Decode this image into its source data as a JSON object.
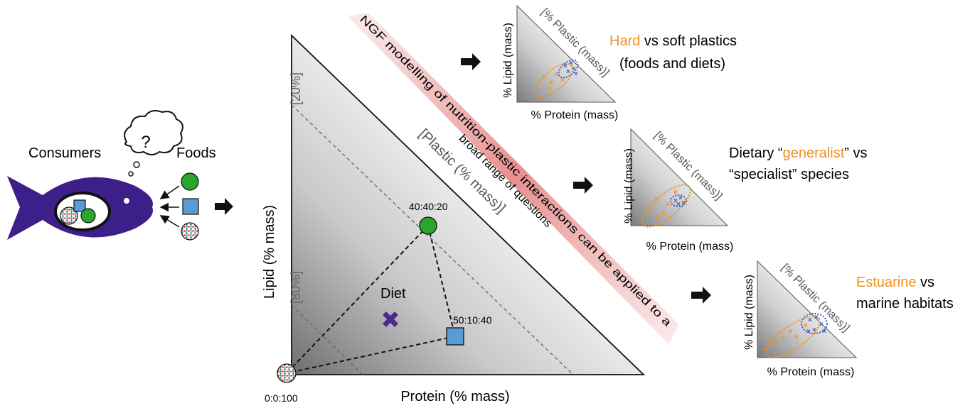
{
  "colors": {
    "fish": "#3d1f8a",
    "food_green": "#2aa62a",
    "food_blue": "#5a9ad6",
    "diet_mark": "#4a2c8a",
    "highlight": "#f0901e",
    "band": "#e07070",
    "cluster_blue": "#3a5ad0"
  },
  "left": {
    "consumers_label": "Consumers",
    "foods_label": "Foods",
    "thought": "?"
  },
  "main_triangle": {
    "ylabel": "Lipid (% mass)",
    "xlabel": "Protein (% mass)",
    "hyp_label": "[Plastic (% mass)]",
    "label_20": "[20%]",
    "label_80": "[80%]",
    "diet_label": "Diet",
    "food_labels": {
      "green": "40:40:20",
      "blue": "50:10:40",
      "mixed": "0:0:100"
    }
  },
  "band_text": {
    "line1": "NGF modelling of nutrition-plastic interactions can be applied to a",
    "line2": "broad range of questions"
  },
  "panels": [
    {
      "ylabel": "% Lipid (mass)",
      "xlabel": "% Protein (mass)",
      "hyp": "[% Plastic (mass)]",
      "desc_hl": "Hard",
      "desc_rest": " vs soft plastics",
      "desc_line2": "(foods and diets)"
    },
    {
      "ylabel": "% Lipid (mass)",
      "xlabel": "% Protein (mass)",
      "hyp": "[% Plastic (mass)]",
      "desc_pre": "Dietary “",
      "desc_hl": "generalist",
      "desc_post": "” vs",
      "desc_line2": "“specialist” species"
    },
    {
      "ylabel": "% Lipid (mass)",
      "xlabel": "% Protein (mass)",
      "hyp": "[% Plastic (mass)]",
      "desc_hl": "Estuarine",
      "desc_rest": " vs",
      "desc_line2": "marine habitats"
    }
  ]
}
